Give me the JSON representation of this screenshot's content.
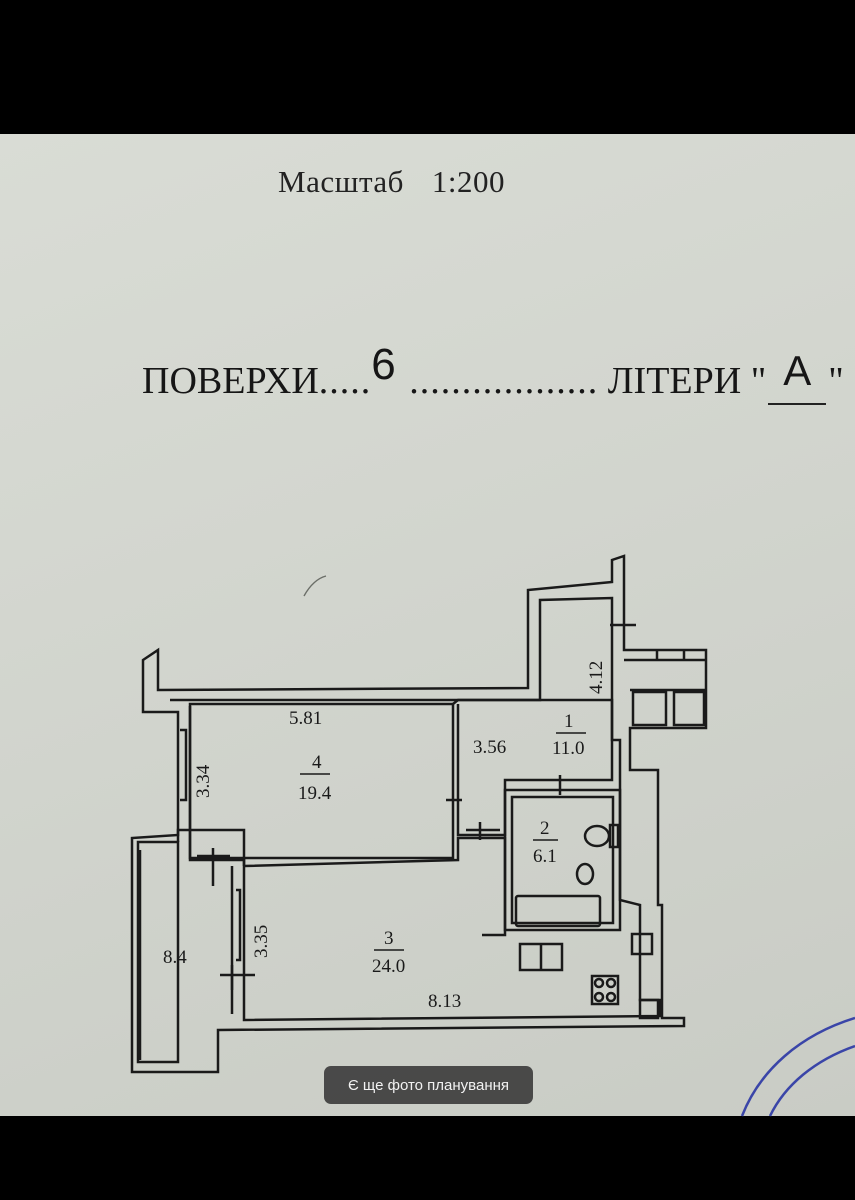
{
  "header": {
    "scale_label": "Масштаб",
    "scale_value": "1:200",
    "floor_label": "ПОВЕРХИ",
    "floor_dots_left": ".....",
    "floor_number": "6",
    "floor_dots_right": "..................",
    "letter_label": "ЛІТЕРИ \"",
    "letter_value": "А",
    "letter_close": "\""
  },
  "plan": {
    "rooms": [
      {
        "number": "1",
        "area": "11.0"
      },
      {
        "number": "2",
        "area": "6.1"
      },
      {
        "number": "3",
        "area": "24.0"
      },
      {
        "number": "4",
        "area": "19.4"
      },
      {
        "number": "",
        "area": "8.4"
      }
    ],
    "dimensions": {
      "room4_width": "5.81",
      "room4_height": "3.34",
      "room1_width": "3.56",
      "room1_height": "4.12",
      "room3_height": "3.35",
      "room3_width": "8.13"
    }
  },
  "overlay": {
    "more_photos_label": "Є ще фото планування"
  },
  "colors": {
    "paper": "#d5d8d1",
    "ink": "#1a1a1a",
    "stamp": "#3a45a8",
    "overlay_bg": "#373737"
  }
}
